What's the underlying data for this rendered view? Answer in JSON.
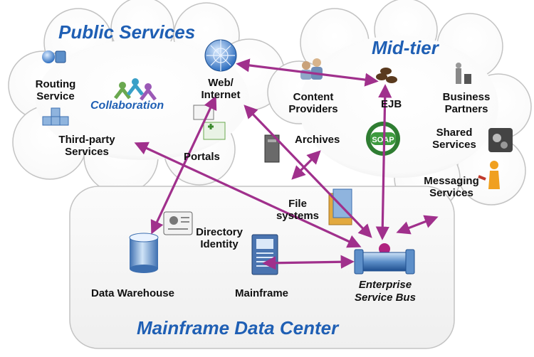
{
  "regions": {
    "public_services": "Public Services",
    "mid_tier": "Mid-tier",
    "mainframe_data_center": "Mainframe Data Center"
  },
  "nodes": {
    "routing_service": "Routing Service",
    "collaboration": "Collaboration",
    "web_internet": "Web/ Internet",
    "third_party_services": "Third-party Services",
    "portals": "Portals",
    "content_providers": "Content Providers",
    "ejb": "EJB",
    "business_partners": "Business Partners",
    "archives": "Archives",
    "shared_services": "Shared Services",
    "messaging_services": "Messaging Services",
    "file_systems": "File systems",
    "directory_identity": "Directory Identity",
    "data_warehouse": "Data Warehouse",
    "mainframe": "Mainframe",
    "enterprise_service_bus": "Enterprise Service Bus"
  },
  "icons": {
    "soap": "SOAP"
  },
  "colors": {
    "connector": "#a0308c",
    "region_title": "#1f5fb4",
    "cloud_border": "#c0c0c0"
  }
}
